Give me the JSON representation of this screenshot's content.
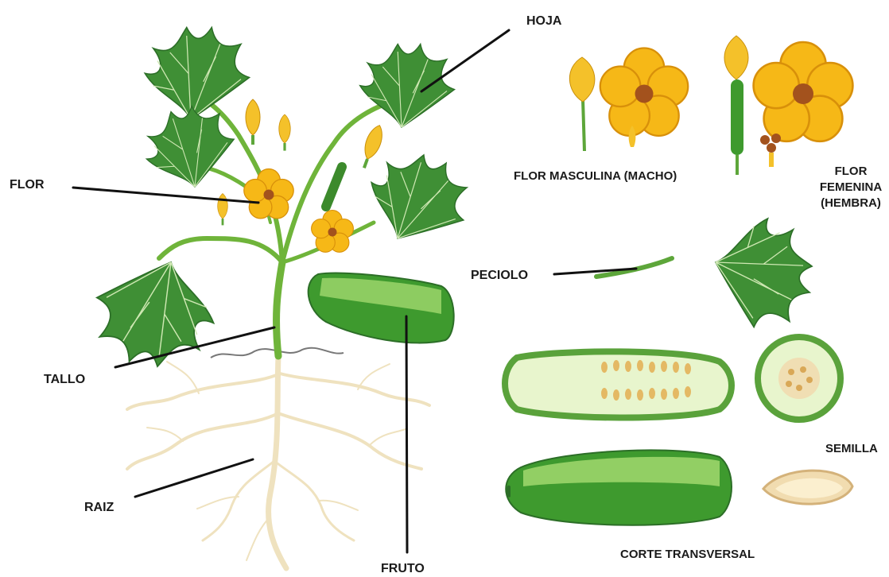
{
  "labels": {
    "hoja": "HOJA",
    "flor": "FLOR",
    "flor_masculina": "FLOR MASCULINA (MACHO)",
    "flor_femenina_line1": "FLOR",
    "flor_femenina_line2": "FEMENINA",
    "flor_femenina_line3": "(HEMBRA)",
    "peciolo": "PECIOLO",
    "tallo": "TALLO",
    "raiz": "RAIZ",
    "fruto": "FRUTO",
    "semilla": "SEMILLA",
    "corte_transversal": "CORTE TRANSVERSAL"
  },
  "colors": {
    "leaf": "#3f8f35",
    "stem": "#6fb43a",
    "flower": "#f6b817",
    "fruit_dark": "#3e9a2e",
    "fruit_light": "#9bd56a",
    "root": "#efe2bf",
    "seed": "#f1dcb0"
  }
}
